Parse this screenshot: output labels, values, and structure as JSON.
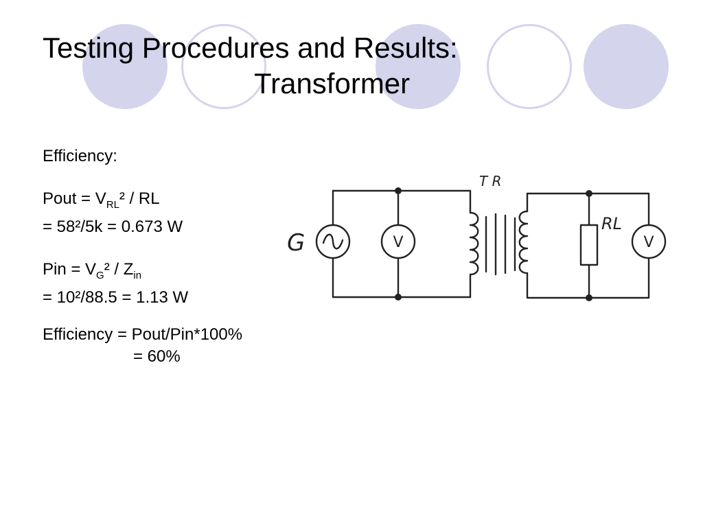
{
  "slide": {
    "title_line1": "Testing Procedures and Results:",
    "title_line2": "Transformer",
    "section_label": "Efficiency:",
    "pout": {
      "prefix": "Pout = V",
      "subscript": "RL",
      "suffix": "² / RL",
      "result": "= 58²/5k = 0.673 W"
    },
    "pin": {
      "prefix": "Pin = V",
      "subscript": "G",
      "middle": "² / Z",
      "subscript2": "in",
      "result": "= 10²/88.5 = 1.13 W"
    },
    "efficiency": {
      "formula": "Efficiency = Pout/Pin*100%",
      "result": "= 60%"
    }
  },
  "diagram": {
    "generator_label": "G",
    "transformer_label": "T R",
    "load_label": "RL",
    "voltmeter_label": "V"
  },
  "theme": {
    "circle_color": "#d4d4ec",
    "text_color": "#000000"
  }
}
